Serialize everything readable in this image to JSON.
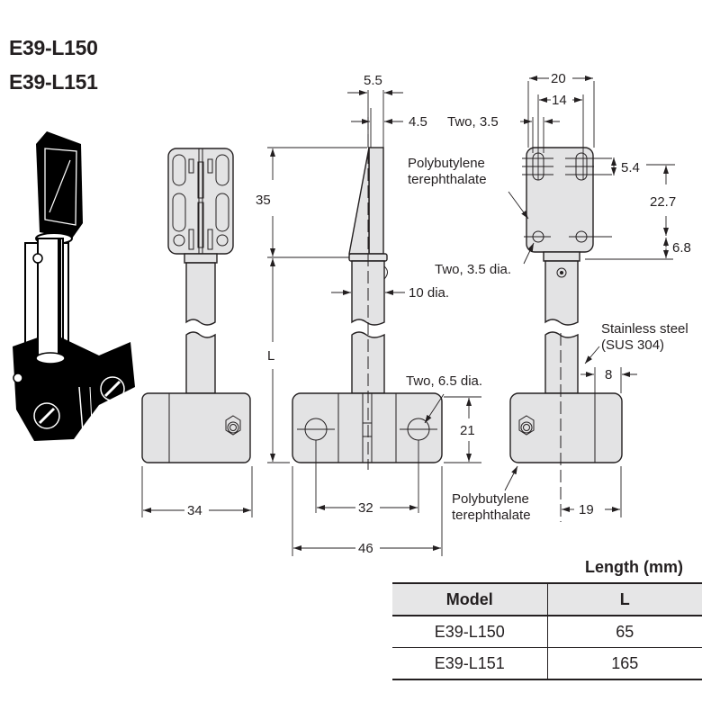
{
  "titles": [
    "E39-L150",
    "E39-L151"
  ],
  "dimensions": {
    "width_5_5": "5.5",
    "width_4_5": "4.5",
    "height_35": "35",
    "length_L": "L",
    "dia_10": "10 dia.",
    "width_20": "20",
    "width_14": "14",
    "slot_two_3_5": "Two, 3.5",
    "slot_5_4": "5.4",
    "pitch_22_7": "22.7",
    "edge_6_8": "6.8",
    "hole_two_3_5_dia": "Two, 3.5 dia.",
    "hole_two_6_5_dia": "Two, 6.5 dia.",
    "height_21": "21",
    "width_34": "34",
    "pitch_32": "32",
    "width_46": "46",
    "offset_8": "8",
    "offset_19": "19"
  },
  "materials": {
    "pbt_top_1": "Polybutylene",
    "pbt_top_2": "terephthalate",
    "steel_1": "Stainless steel",
    "steel_2": "(SUS 304)",
    "pbt_bottom_1": "Polybutylene",
    "pbt_bottom_2": "terephthalate"
  },
  "table": {
    "caption": "Length (mm)",
    "headers": [
      "Model",
      "L"
    ],
    "rows": [
      [
        "E39-L150",
        "65"
      ],
      [
        "E39-L151",
        "165"
      ]
    ]
  }
}
